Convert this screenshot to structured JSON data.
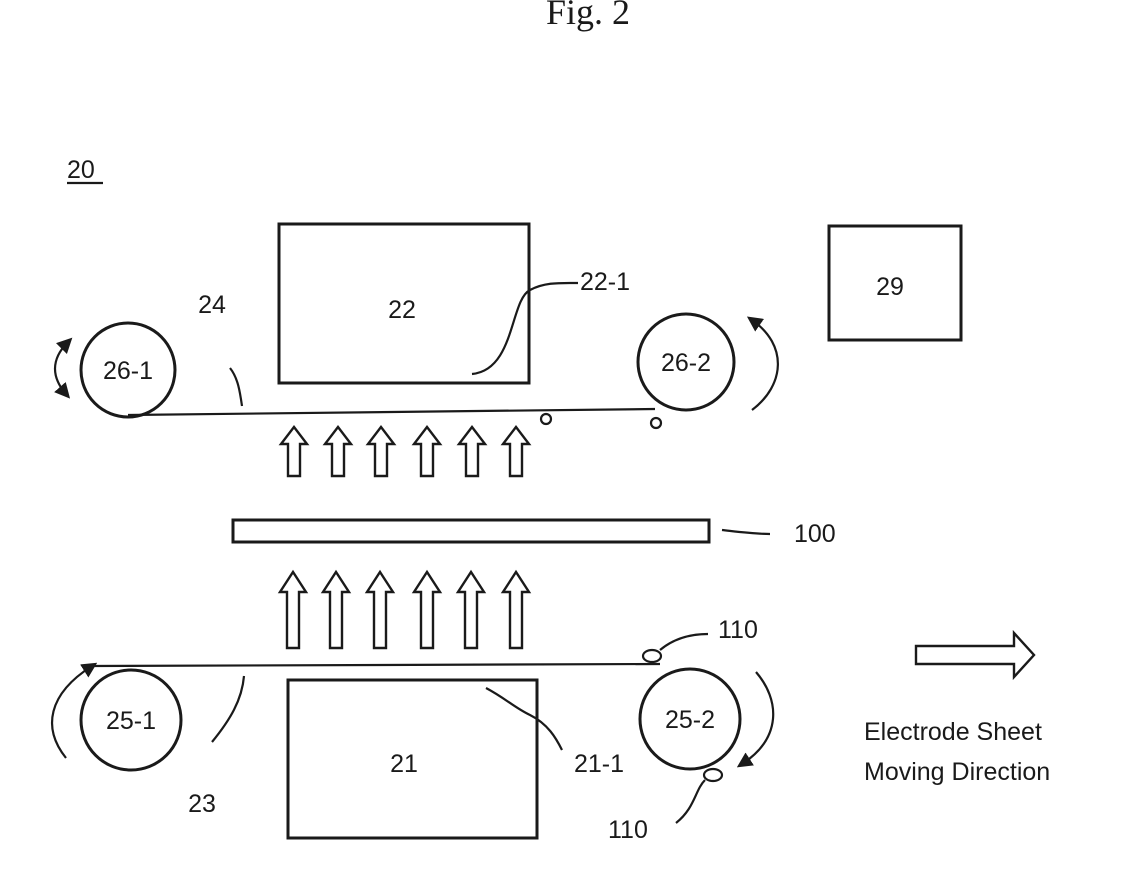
{
  "figure": {
    "title": "Fig. 2",
    "ref_device": "20",
    "labels": {
      "box_22": "22",
      "box_21": "21",
      "box_29": "29",
      "roller_26_1": "26-1",
      "roller_26_2": "26-2",
      "roller_25_1": "25-1",
      "roller_25_2": "25-2",
      "belt_24": "24",
      "belt_23": "23",
      "surface_22_1": "22-1",
      "surface_21_1": "21-1",
      "sheet_100": "100",
      "particle_110_top": "110",
      "particle_110_bottom": "110"
    },
    "direction_text": [
      "Electrode Sheet",
      "Moving Direction"
    ]
  }
}
